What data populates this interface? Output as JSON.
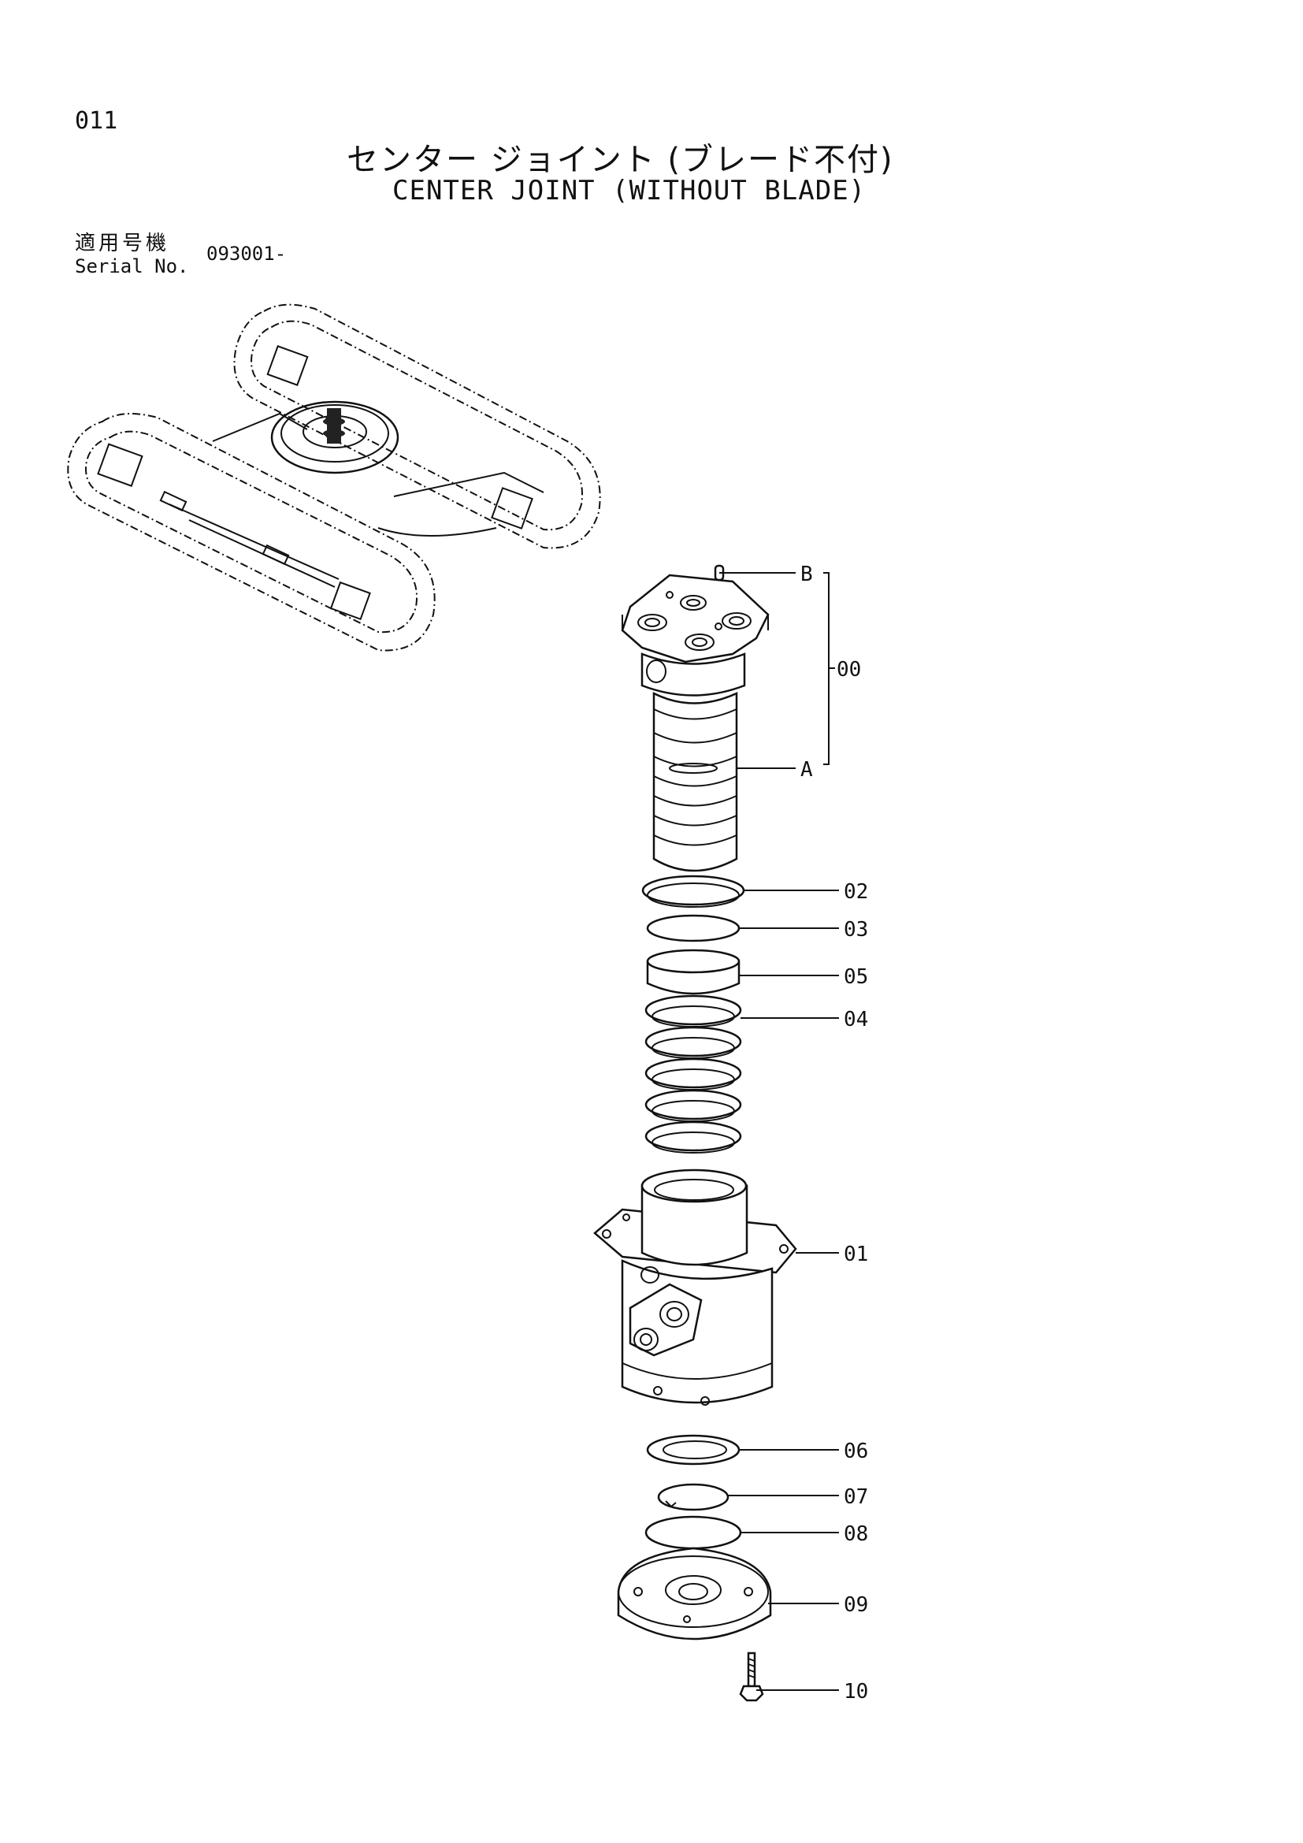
{
  "page": {
    "number": "011",
    "title_jp": "センター ジョイント (ブレード不付)",
    "title_en": "CENTER JOINT (WITHOUT BLADE)",
    "serial_label_jp": "適用号機",
    "serial_label_en": "Serial No.",
    "serial_value": "093001-"
  },
  "callouts": [
    "B",
    "00",
    "A",
    "02",
    "03",
    "05",
    "04",
    "01",
    "06",
    "07",
    "08",
    "09",
    "10"
  ]
}
